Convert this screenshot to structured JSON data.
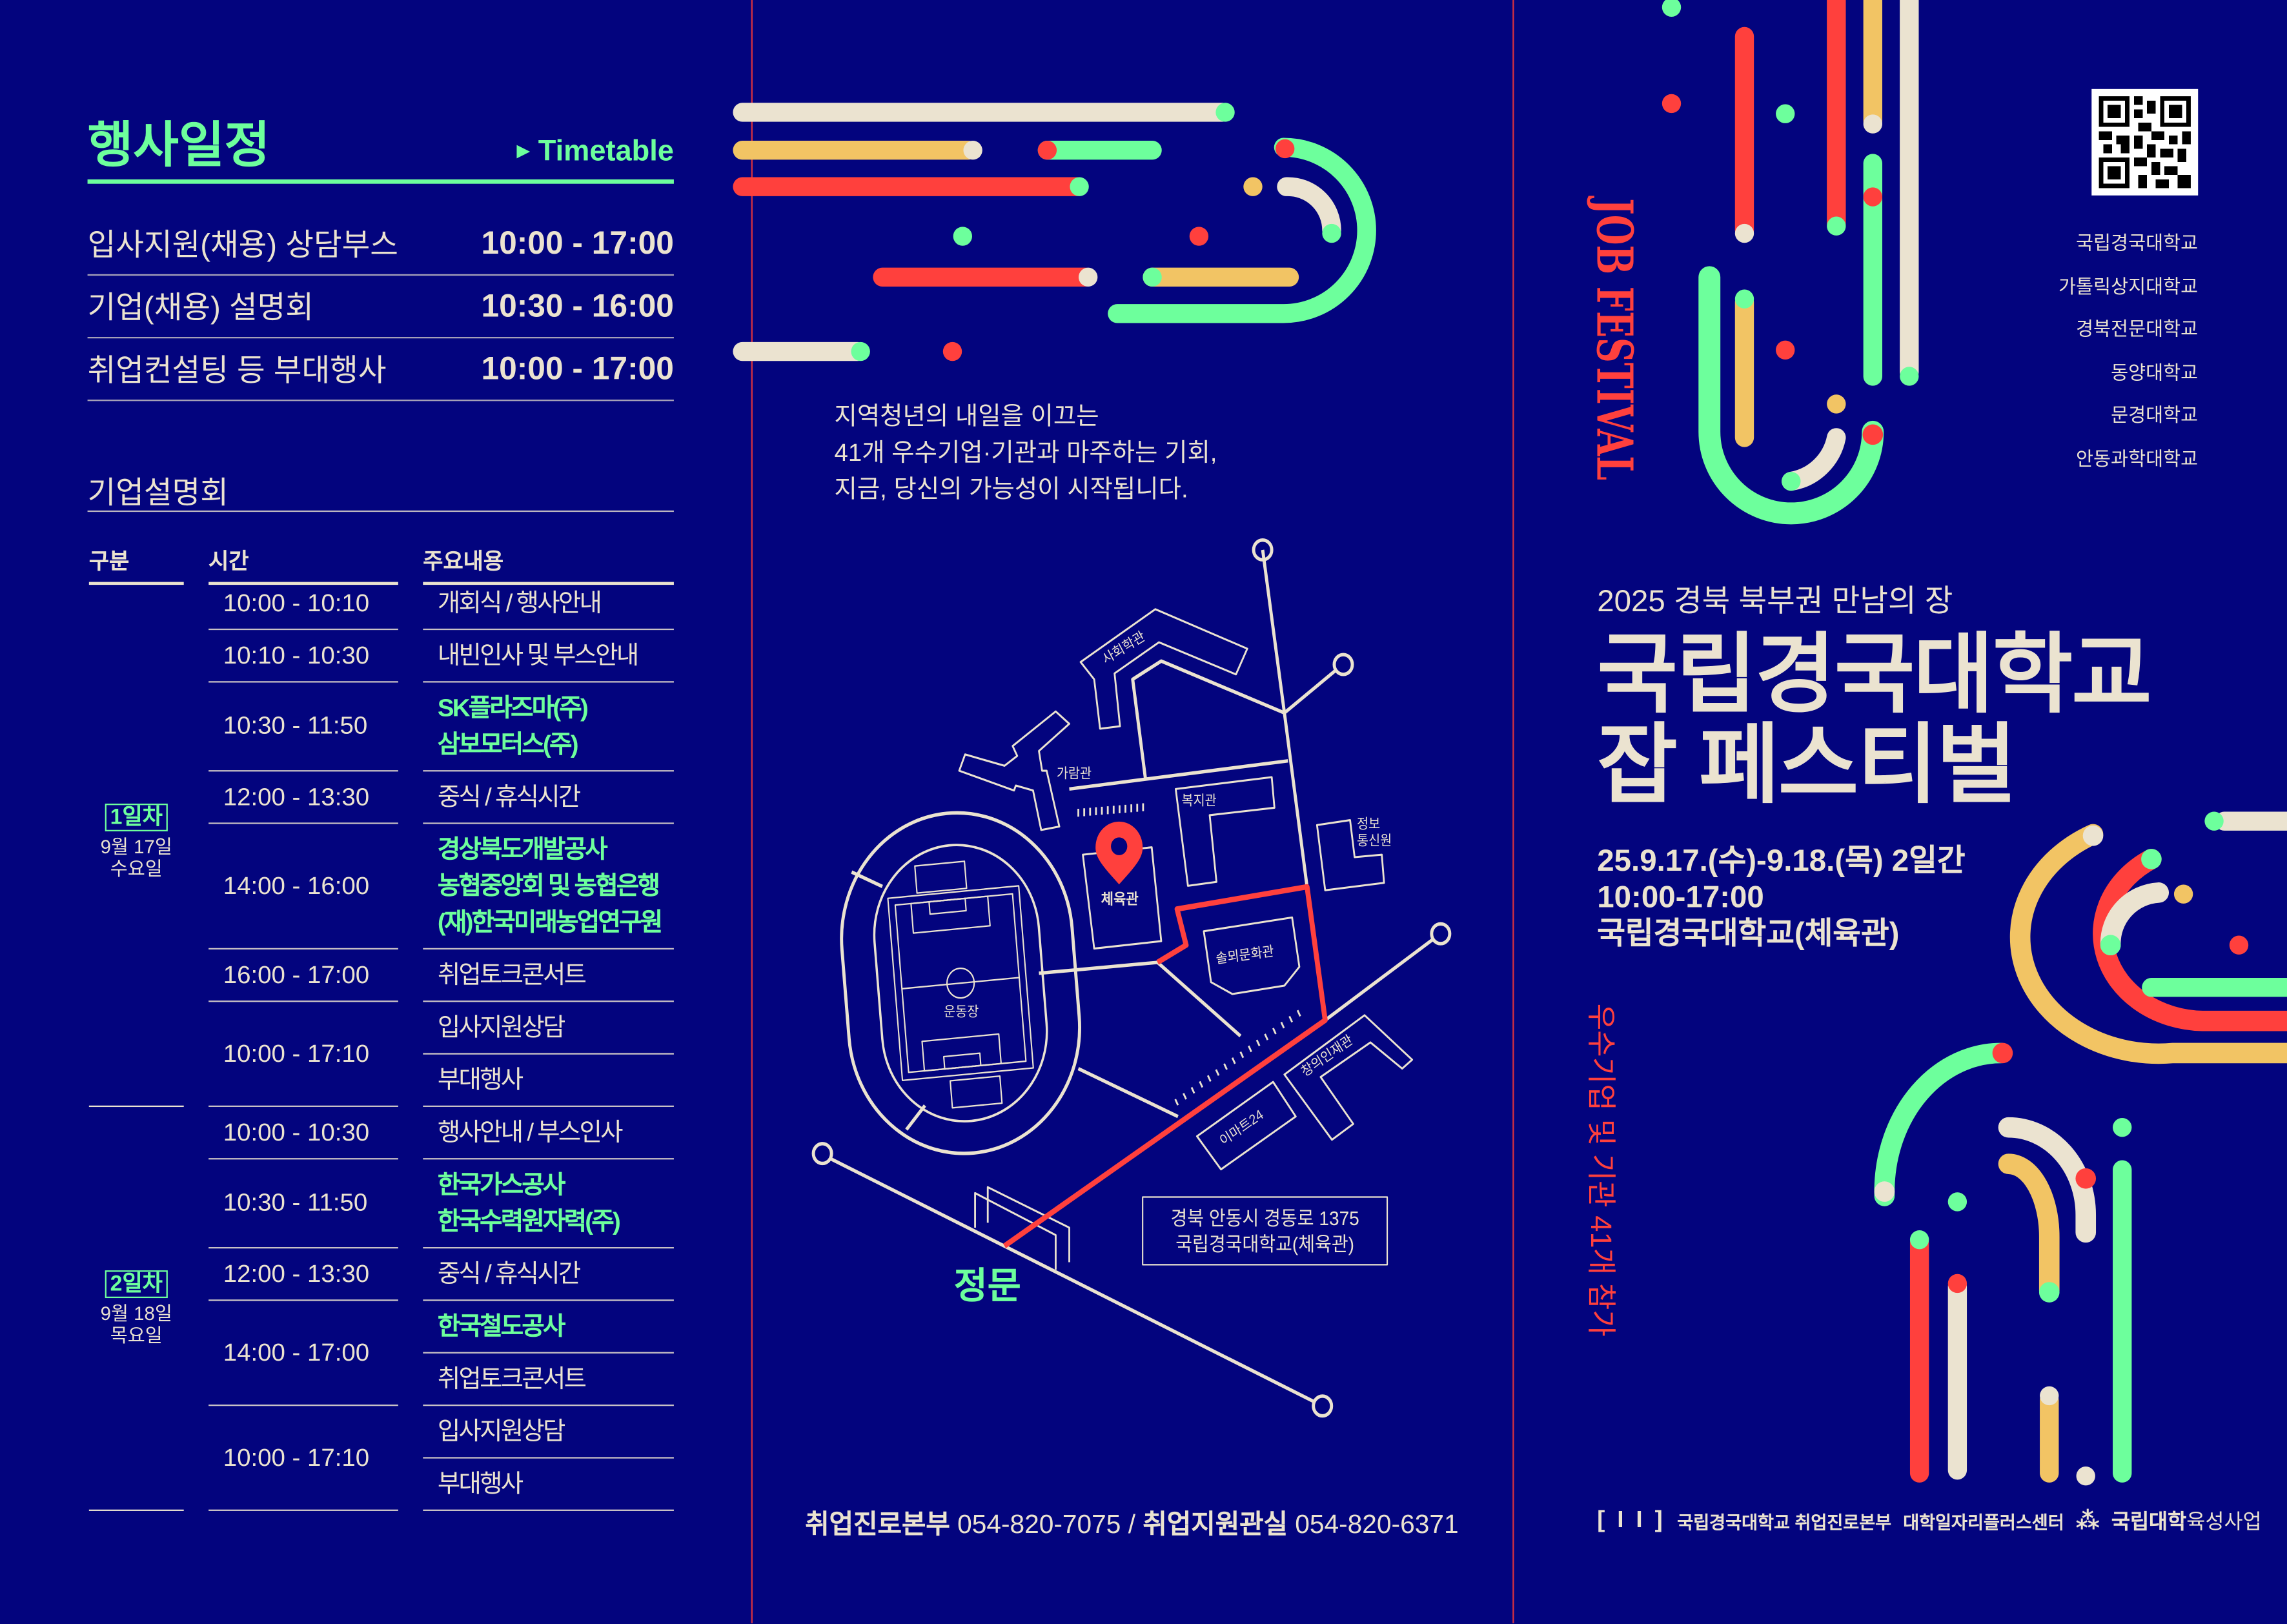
{
  "colors": {
    "background": "#03047e",
    "green": "#6dff9c",
    "red": "#ff403d",
    "cream": "#ebe3d0",
    "yellow": "#f2c464"
  },
  "timetable": {
    "title": "행사일정",
    "subtitle": "Timetable",
    "subtitle_icon": "triangle-right-icon",
    "rows": [
      {
        "label": "입사지원(채용) 상담부스",
        "time": "10:00 - 17:00"
      },
      {
        "label": "기업(채용) 설명회",
        "time": "10:30 - 16:00"
      },
      {
        "label": "취업컨설팅 등 부대행사",
        "time": "10:00 - 17:00"
      }
    ]
  },
  "briefing": {
    "title": "기업설명회",
    "headers": [
      "구분",
      "시간",
      "주요내용"
    ],
    "days": [
      {
        "label": "1일차",
        "date": "9월 17일",
        "weekday": "수요일",
        "sessions": [
          {
            "time": "10:00 - 10:10",
            "items": [
              {
                "lines": [
                  "개회식 / 행사안내"
                ],
                "highlight": false
              }
            ]
          },
          {
            "time": "10:10 - 10:30",
            "items": [
              {
                "lines": [
                  "내빈인사 및 부스안내"
                ],
                "highlight": false
              }
            ]
          },
          {
            "time": "10:30 - 11:50",
            "items": [
              {
                "lines": [
                  "SK플라즈마(주)",
                  "삼보모터스(주)"
                ],
                "highlight": true
              }
            ]
          },
          {
            "time": "12:00 - 13:30",
            "items": [
              {
                "lines": [
                  "중식 / 휴식시간"
                ],
                "highlight": false
              }
            ]
          },
          {
            "time": "14:00 - 16:00",
            "items": [
              {
                "lines": [
                  "경상북도개발공사",
                  "농협중앙회 및 농협은행",
                  "(재)한국미래농업연구원"
                ],
                "highlight": true
              }
            ]
          },
          {
            "time": "16:00 - 17:00",
            "items": [
              {
                "lines": [
                  "취업토크콘서트"
                ],
                "highlight": false
              }
            ]
          },
          {
            "time": "10:00 - 17:10",
            "items": [
              {
                "lines": [
                  "입사지원상담"
                ],
                "highlight": false
              },
              {
                "lines": [
                  "부대행사"
                ],
                "highlight": false
              }
            ]
          }
        ]
      },
      {
        "label": "2일차",
        "date": "9월 18일",
        "weekday": "목요일",
        "sessions": [
          {
            "time": "10:00 - 10:30",
            "items": [
              {
                "lines": [
                  "행사안내 / 부스인사"
                ],
                "highlight": false
              }
            ]
          },
          {
            "time": "10:30 - 11:50",
            "items": [
              {
                "lines": [
                  "한국가스공사",
                  "한국수력원자력(주)"
                ],
                "highlight": true
              }
            ]
          },
          {
            "time": "12:00 - 13:30",
            "items": [
              {
                "lines": [
                  "중식 / 휴식시간"
                ],
                "highlight": false
              }
            ]
          },
          {
            "time": "14:00 - 17:00",
            "items": [
              {
                "lines": [
                  "한국철도공사"
                ],
                "highlight": true
              },
              {
                "lines": [
                  "취업토크콘서트"
                ],
                "highlight": false
              }
            ]
          },
          {
            "time": "10:00 - 17:10",
            "items": [
              {
                "lines": [
                  "입사지원상담"
                ],
                "highlight": false
              },
              {
                "lines": [
                  "부대행사"
                ],
                "highlight": false
              }
            ]
          }
        ]
      }
    ]
  },
  "middle": {
    "intro": [
      "지역청년의 내일을 이끄는",
      "41개 우수기업·기관과 마주하는 기회,",
      "지금, 당신의 가능성이 시작됩니다."
    ],
    "map": {
      "buildings": {
        "social": "사회학관",
        "garam": "가람관",
        "welfare": "복지관",
        "info": "정보",
        "info2": "통신원",
        "gym": "체육관",
        "culture": "솔뫼문화관",
        "field": "운동장",
        "creative": "창의인재관",
        "store": "이마트24"
      },
      "address": [
        "경북 안동시 경동로 1375",
        "국립경국대학교(체육관)"
      ],
      "gate": "정문"
    },
    "footer": {
      "dept1": "취업진로본부",
      "phone1": "054-820-7075",
      "sep": "/",
      "dept2": "취업지원관실",
      "phone2": "054-820-6371"
    }
  },
  "right": {
    "vertical_title": "JOB FESTIVAL",
    "universities": [
      "국립경국대학교",
      "가톨릭상지대학교",
      "경북전문대학교",
      "동양대학교",
      "문경대학교",
      "안동과학대학교"
    ],
    "subtitle": "2025 경북 북부권 만남의 장",
    "title_line1": "국립경국대학교",
    "title_line2": "잡 페스티벌",
    "date": "25.9.17.(수)-9.18.(목) 2일간",
    "time": "10:00-17:00",
    "venue": "국립경국대학교(체육관)",
    "vertical_note": "우수기업 및 기관 41개 참가",
    "logos": {
      "org1": "국립경국대학교 취업진로본부",
      "org2": "대학일자리플러스센터",
      "org3a": "국립대학",
      "org3b": "육성사업"
    }
  }
}
